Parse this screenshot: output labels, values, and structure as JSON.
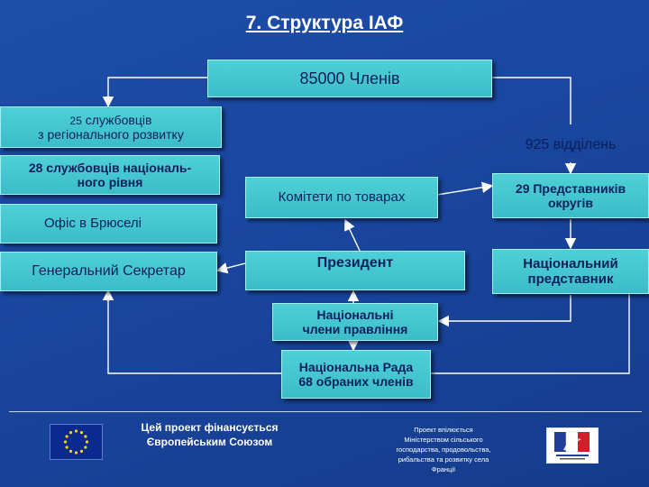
{
  "title": "7. Структура ІАФ",
  "nodes": {
    "members": "85000 Членів",
    "regional_staff_count": "25",
    "regional_staff_word": "службовців",
    "regional_staff_line2": "з регіонального розвитку",
    "national_staff_line1": "28 службовців національ-",
    "national_staff_line2": "ного рівня",
    "brussels_office": "Офіс в Брюселі",
    "secretary_general": "Генеральний Секретар",
    "branches": "925 відділень",
    "commodity_committees": "Комітети по товарах",
    "district_reps_line1": "29 Представників",
    "district_reps_line2": "округів",
    "president": "Президент",
    "national_rep_line1": "Національний",
    "national_rep_line2": "представник",
    "board_line1": "Національні",
    "board_line2": "члени правління",
    "council_line1": "Національна Рада",
    "council_line2": "68 обраних членів"
  },
  "footer": {
    "funding_line1": "Цей проект фінансується",
    "funding_line2": "Європейським Союзом",
    "ministry_line1": "Проект впілюється",
    "ministry_line2": "Міністерством сільського",
    "ministry_line3": "господарства, продовольства,",
    "ministry_line4": "рибальства та розвитку села",
    "ministry_line5": "Франції"
  },
  "colors": {
    "background": "#1a47a0",
    "box_fill": "#45c6d0",
    "box_text": "#0b1f5c",
    "connector": "#ffffff"
  },
  "icons": [
    "eu-flag-logo",
    "french-ministry-logo"
  ]
}
